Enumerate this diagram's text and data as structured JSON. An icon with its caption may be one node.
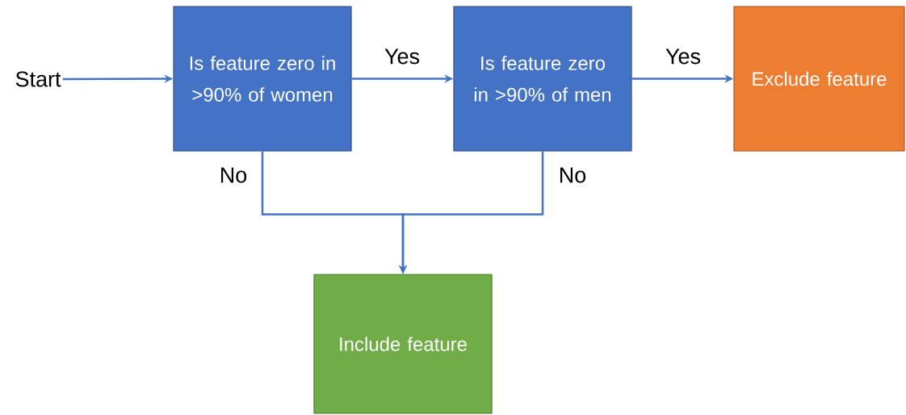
{
  "diagram": {
    "nodes": [
      {
        "text": [
          "Start"
        ]
      },
      {
        "text": [
          "Is feature zero in >90% of women"
        ]
      },
      {
        "text": [
          "Is feature zero in >90% of men"
        ]
      },
      {
        "text": [
          "Exclude feature"
        ]
      },
      {
        "text": [
          "Include feature"
        ]
      }
    ],
    "edges": [
      {
        "from": 0,
        "to": 1,
        "arrow": "to"
      },
      {
        "from": 1,
        "to": 2,
        "arrow": "to",
        "label": "Yes"
      },
      {
        "from": 2,
        "to": 3,
        "arrow": "to",
        "label": "Yes"
      },
      {
        "from": 1,
        "to": 4,
        "arrow": "to",
        "label": "No"
      },
      {
        "from": 2,
        "to": 4,
        "arrow": "to",
        "label": "No"
      }
    ]
  }
}
